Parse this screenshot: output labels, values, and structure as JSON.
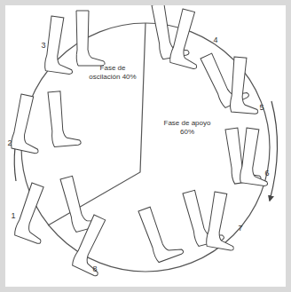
{
  "diagram": {
    "labels": [
      "1",
      "2",
      "3",
      "4",
      "5",
      "6",
      "7",
      "8",
      "Fase de oscilación 40%",
      "Fase de apoyo 60%"
    ]
  }
}
